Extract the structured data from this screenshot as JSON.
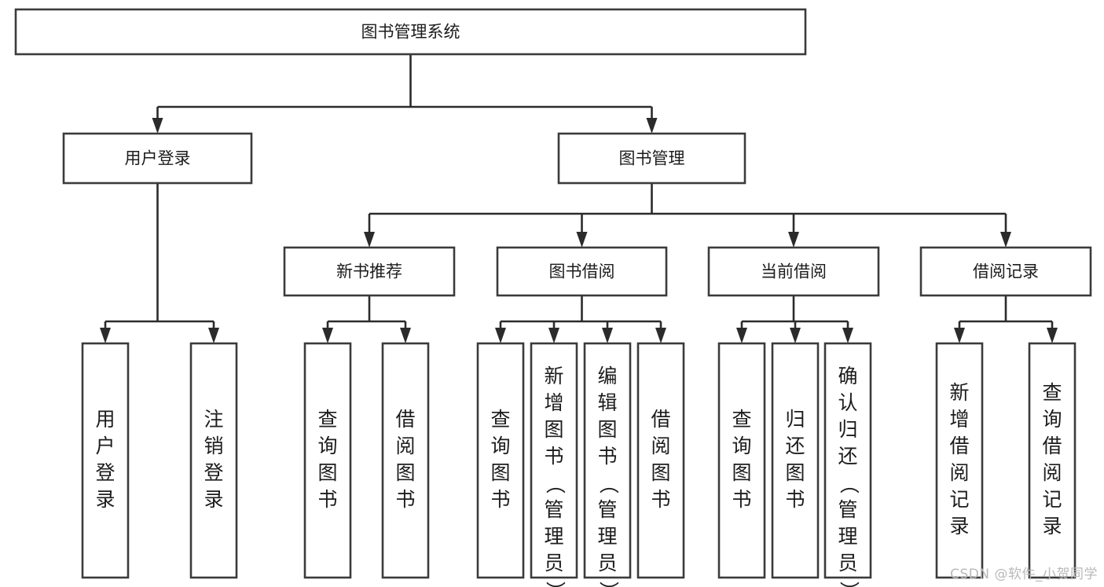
{
  "diagram": {
    "type": "tree",
    "title_node": {
      "label": "图书管理系统"
    },
    "level2": [
      {
        "label": "用户登录"
      },
      {
        "label": "图书管理"
      }
    ],
    "level3": [
      {
        "label": "新书推荐"
      },
      {
        "label": "图书借阅"
      },
      {
        "label": "当前借阅"
      },
      {
        "label": "借阅记录"
      }
    ],
    "leaves": {
      "user_login": [
        {
          "label": "用户登录"
        },
        {
          "label": "注销登录"
        }
      ],
      "new_book_recommend": [
        {
          "label": "查询图书"
        },
        {
          "label": "借阅图书"
        }
      ],
      "book_borrow": [
        {
          "label": "查询图书"
        },
        {
          "label": "新增图书（管理员）"
        },
        {
          "label": "编辑图书（管理员）"
        },
        {
          "label": "借阅图书"
        }
      ],
      "current_borrow": [
        {
          "label": "查询图书"
        },
        {
          "label": "归还图书"
        },
        {
          "label": "确认归还（管理员）"
        }
      ],
      "borrow_record": [
        {
          "label": "新增借阅记录"
        },
        {
          "label": "查询借阅记录"
        }
      ]
    }
  },
  "watermark": {
    "text": "CSDN @软件_小贺同学"
  },
  "colors": {
    "box_stroke": "#3b3b3b",
    "box_fill": "#ffffff",
    "connector": "#2b2b2b",
    "text": "#1c1c1c",
    "watermark": "#b9b9b9",
    "background": "#ffffff"
  }
}
